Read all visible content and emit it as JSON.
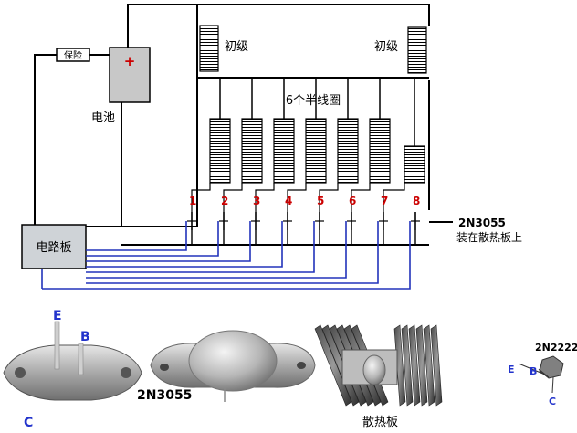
{
  "diagram": {
    "fuse_label": "保险",
    "battery_plus": "+",
    "battery_label": "电池",
    "board_label": "电路板",
    "primary_left": "初级",
    "primary_right": "初级",
    "half_coils_label": "6个半线圈",
    "coil_numbers": [
      "1",
      "2",
      "3",
      "4",
      "5",
      "6",
      "7",
      "8"
    ],
    "transistor_note_line1": "2N3055",
    "transistor_note_line2": "装在散热板上",
    "photo_pin_e": "E",
    "photo_pin_b": "B",
    "photo_pin_c": "C",
    "photo_2n3055_label": "2N3055",
    "heatsink_label": "散热板",
    "small_transistor_label": "2N2222",
    "small_pin_e": "E",
    "small_pin_b": "B",
    "small_pin_c": "C"
  },
  "colors": {
    "wire_black": "#000000",
    "wire_blue": "#2233bb",
    "number_red": "#cc0000",
    "battery_fill": "#c8c8c8",
    "board_fill": "#cfd3d7",
    "coil_fill": "#ffffff",
    "pin_letter_blue": "#2233cc"
  }
}
